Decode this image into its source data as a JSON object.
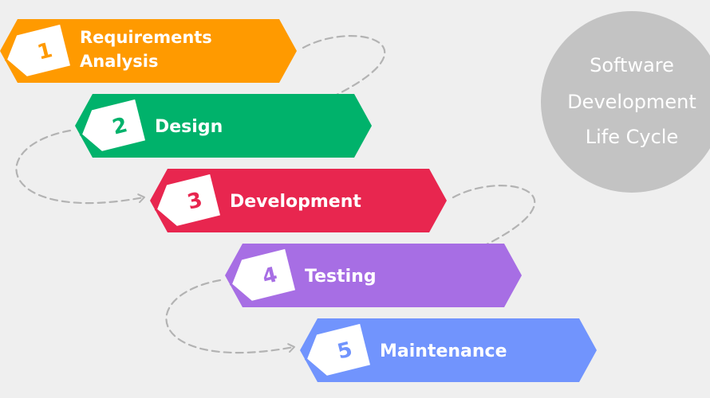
{
  "title_circle": {
    "lines": [
      "Software",
      "Development",
      "Life Cycle"
    ],
    "color": "#c3c3c3"
  },
  "connector_color": "#b3b3b3",
  "steps": [
    {
      "number": "1",
      "lines": [
        "Requirements",
        "Analysis"
      ],
      "color": "#ff9a00"
    },
    {
      "number": "2",
      "lines": [
        "Design"
      ],
      "color": "#00b26b"
    },
    {
      "number": "3",
      "lines": [
        "Development"
      ],
      "color": "#e8264f"
    },
    {
      "number": "4",
      "lines": [
        "Testing"
      ],
      "color": "#a76ee4"
    },
    {
      "number": "5",
      "lines": [
        "Maintenance"
      ],
      "color": "#7194fd"
    }
  ]
}
